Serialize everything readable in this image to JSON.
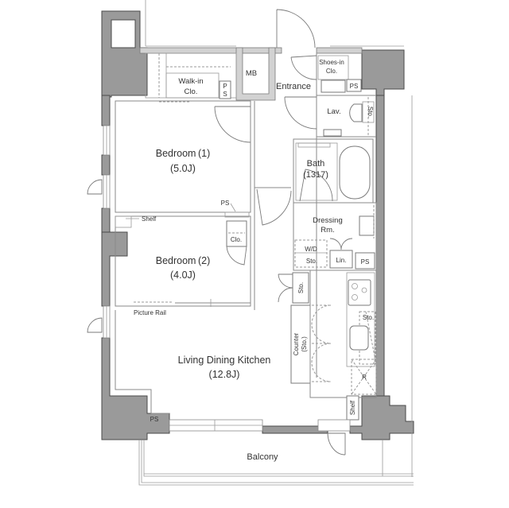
{
  "plan": {
    "colors": {
      "structural_wall": "#9a9a9a",
      "partition_wall": "#d2d2d2",
      "outline": "#4a4a4a",
      "text": "#333333",
      "background": "#ffffff"
    },
    "rooms": {
      "bedroom1": {
        "name": "Bedroom (1)",
        "size": "(5.0J)"
      },
      "bedroom2": {
        "name": "Bedroom (2)",
        "size": "(4.0J)"
      },
      "ldk": {
        "name": "Living Dining Kitchen",
        "size": "(12.8J)"
      },
      "bath": {
        "name": "Bath",
        "size": "(1317)"
      },
      "dressing": {
        "line1": "Dressing",
        "line2": "Rm."
      },
      "walkin": {
        "line1": "Walk-in",
        "line2": "Clo."
      },
      "shoes": {
        "line1": "Shoes-in",
        "line2": "Clo."
      },
      "entrance": "Entrance",
      "lav": "Lav.",
      "mb": "MB",
      "balcony": "Balcony"
    },
    "labels": {
      "ps_vertical_p": "P",
      "ps_vertical_s": "S",
      "ps_shoes": "PS",
      "ps_bedroom": "PS",
      "ps_dressing": "PS",
      "ps_ldk": "PS",
      "sto_lav": "Sto.",
      "sto_wd": "Sto.",
      "sto_hall": "Sto.",
      "sto_kitchen": "Sto.",
      "wd": "W/D",
      "lin": "Lin.",
      "clo_bedroom2": "Clo.",
      "shelf_bedroom2": "Shelf",
      "shelf_kitchen": "Shelf",
      "picture_rail": "Picture Rail",
      "counter": "Counter",
      "counter_sto": "(Sto.)",
      "fridge": "R"
    }
  }
}
